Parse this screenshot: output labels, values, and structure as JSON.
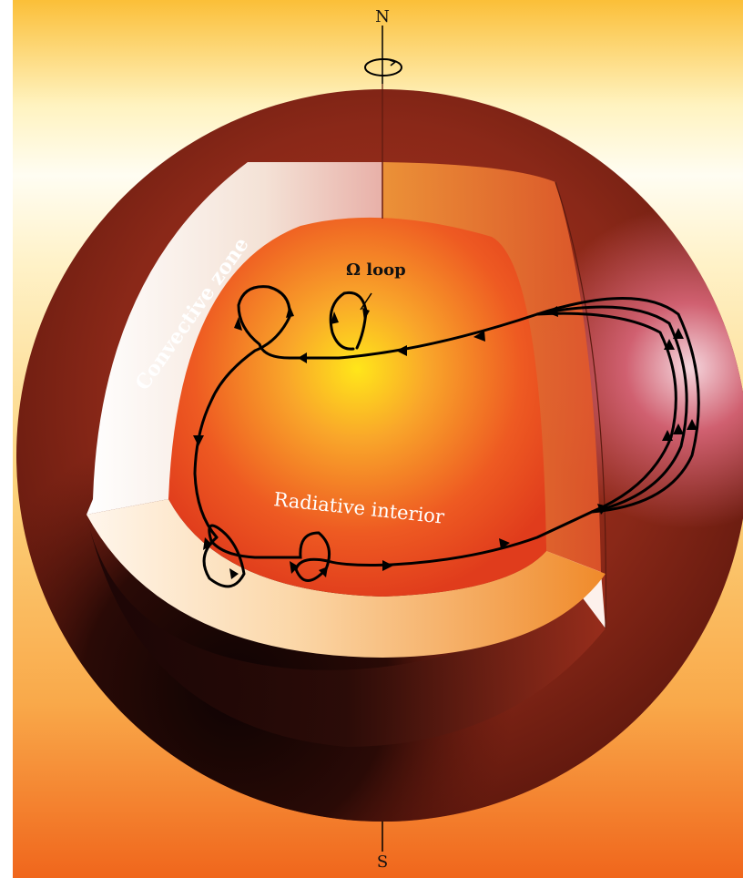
{
  "axis": {
    "north_label": "N",
    "south_label": "S"
  },
  "labels": {
    "convective_zone": "Convective zone",
    "radiative_interior": "Radiative interior",
    "omega_loop": "Ω loop"
  },
  "colors": {
    "background_top": "#fffdf0",
    "background_bottom": "#f06c1e",
    "outer_shell": "#8e2a1a",
    "shell_dark": "#1a0606",
    "convective_cut": "#fbece0",
    "interior_core": "#ffe31a",
    "interior_edge": "#e8421e",
    "field_line": "#000000",
    "label_text": "#ffffff",
    "label_dark": "#111111"
  },
  "icons": {
    "rotation": "rotation-arrow-icon",
    "field_arrows": "arrowhead-icon"
  }
}
